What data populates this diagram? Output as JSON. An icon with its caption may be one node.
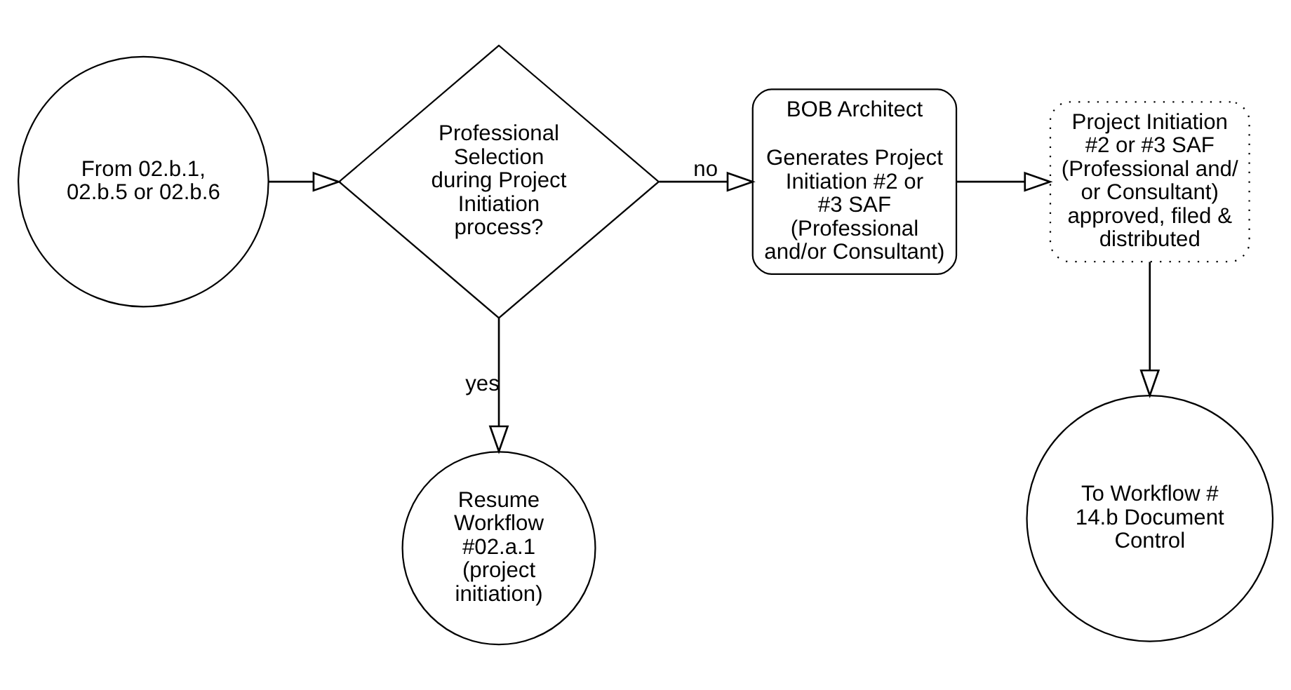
{
  "diagram": {
    "nodes": [
      {
        "text": [
          "From 02.b.1, 02.b.5 or 02.b.6"
        ]
      },
      {
        "text": [
          "Professional Selection during Project Initiation process?"
        ]
      },
      {
        "text": [
          "BOB Architect",
          "Generates Project Initiation #2 or #3 SAF (Professional and/or Consultant)"
        ]
      },
      {
        "text": [
          "Project Initiation #2 or #3 SAF (Professional and/ or Consultant) approved, filed & distributed"
        ]
      },
      {
        "text": [
          "Resume Workflow #02.a.1 (project initiation)"
        ]
      },
      {
        "text": [
          "To Workflow # 14.b Document Control"
        ]
      }
    ],
    "edges": [
      {
        "from": 0,
        "to": 1,
        "arrow": "to"
      },
      {
        "from": 1,
        "to": 2,
        "arrow": "to",
        "label": "no"
      },
      {
        "from": 1,
        "to": 4,
        "arrow": "to",
        "label": "yes"
      },
      {
        "from": 2,
        "to": 3,
        "arrow": "to"
      },
      {
        "from": 3,
        "to": 5,
        "arrow": "to"
      }
    ]
  }
}
